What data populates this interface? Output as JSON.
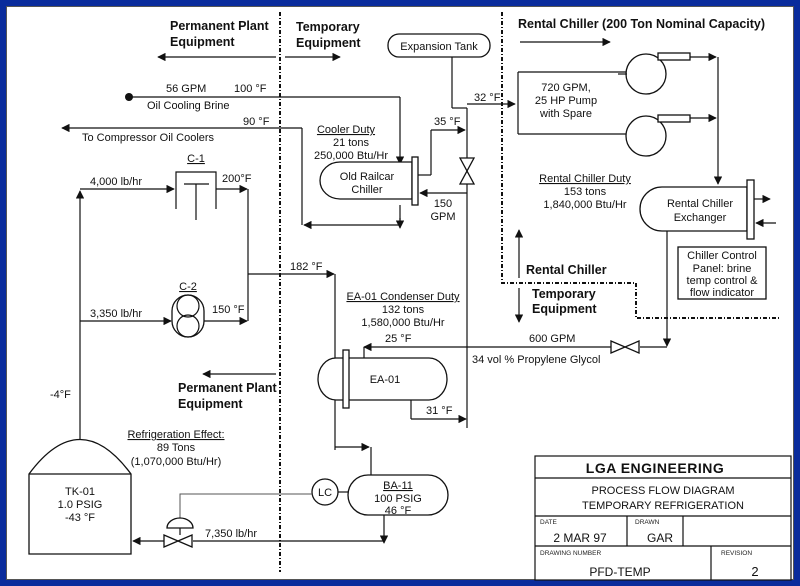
{
  "zones": {
    "permanent_top": [
      "Permanent Plant",
      "Equipment"
    ],
    "temporary_top": [
      "Temporary",
      "Equipment"
    ],
    "rental_chiller_title": "Rental Chiller (200 Ton Nominal Capacity)",
    "rental_chiller_side": "Rental Chiller",
    "temporary_side": [
      "Temporary",
      "Equipment"
    ],
    "permanent_mid": [
      "Permanent Plant",
      "Equipment"
    ]
  },
  "streams": {
    "brine_flow": "56 GPM",
    "brine_temp": "100 °F",
    "brine_label": "Oil Cooling Brine",
    "return_temp": "90 °F",
    "to_compressor": "To Compressor Oil Coolers",
    "c1_flow": "4,000 lb/hr",
    "c1_out_temp": "200°F",
    "c2_flow": "3,350 lb/hr",
    "c2_out_temp": "150 °F",
    "mixed_temp": "182 °F",
    "suction_temp": "-4°F",
    "expansion_out_temp": "32 °F",
    "railcar_out_temp": "35 °F",
    "railcar_flow": [
      "150",
      "GPM"
    ],
    "glycol_flow": "600 GPM",
    "glycol_temp_in": "25 °F",
    "glycol_label": "34 vol % Propylene Glycol",
    "ea01_out_temp": "31 °F",
    "liquid_flow": "7,350 lb/hr"
  },
  "equipment": {
    "expansion_tank": "Expansion Tank",
    "pumps": [
      "720 GPM,",
      "25 HP Pump",
      "with Spare"
    ],
    "cooler_duty": {
      "title": "Cooler Duty",
      "tons": "21 tons",
      "btu": "250,000 Btu/Hr"
    },
    "railcar": [
      "Old Railcar",
      "Chiller"
    ],
    "rental_duty": {
      "title": "Rental Chiller Duty",
      "tons": "153 tons",
      "btu": "1,840,000 Btu/Hr"
    },
    "rental_exchanger": [
      "Rental Chiller",
      "Exchanger"
    ],
    "control_panel": [
      "Chiller Control",
      "Panel: brine",
      "temp control &",
      "flow indicator"
    ],
    "c1": "C-1",
    "c2": "C-2",
    "condenser_duty": {
      "title": "EA-01 Condenser Duty",
      "tons": "132 tons",
      "btu": "1,580,000 Btu/Hr"
    },
    "ea01": "EA-01",
    "refrig_effect": {
      "title": "Refrigeration Effect:",
      "tons": "89 Tons",
      "btu": "(1,070,000 Btu/Hr)"
    },
    "tk01": [
      "TK-01",
      "1.0 PSIG",
      "-43 °F"
    ],
    "lc": "LC",
    "ba11": {
      "tag": "BA-11",
      "pressure": "100 PSIG",
      "temp": "46 °F"
    }
  },
  "title_block": {
    "company": "LGA ENGINEERING",
    "title_line1": "PROCESS FLOW DIAGRAM",
    "title_line2": "TEMPORARY REFRIGERATION",
    "date_label": "DATE",
    "date": "2 MAR 97",
    "drawn_label": "DRAWN",
    "drawn": "GAR",
    "drawing_number_label": "DRAWING NUMBER",
    "drawing_number": "PFD-TEMP",
    "revision_label": "REVISION",
    "revision": "2"
  }
}
